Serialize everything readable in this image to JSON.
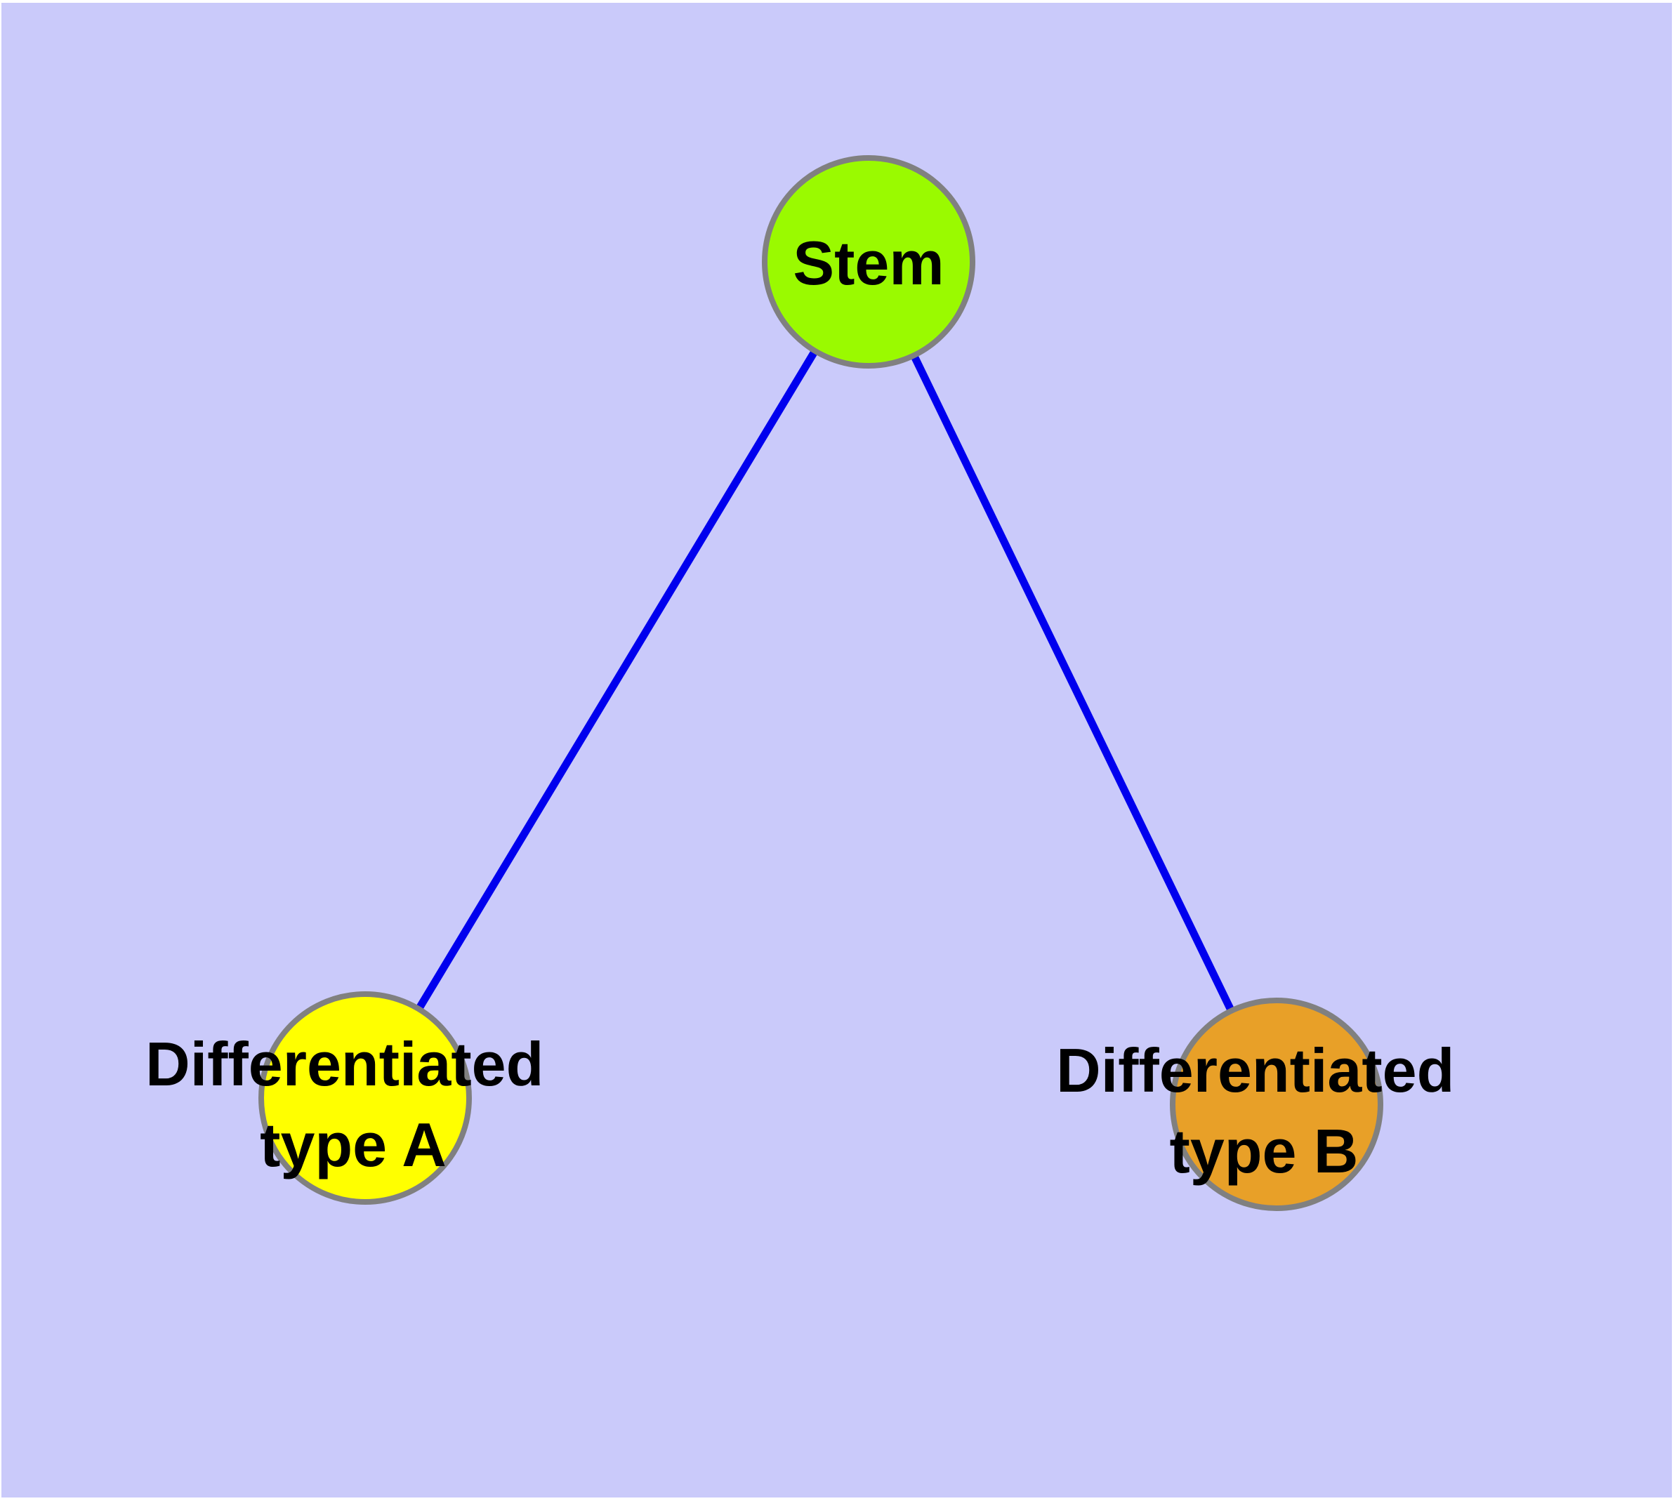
{
  "canvas": {
    "background": "#cacafa",
    "frame": "#ffffff"
  },
  "colors": {
    "edge": "#0000ee",
    "node_border": "#808080",
    "label_text": "#000000"
  },
  "nodes": [
    {
      "id": "stem",
      "label": "Stem",
      "line1": "Stem",
      "line2": "",
      "fill": "#9afa00"
    },
    {
      "id": "differentiated-type-a",
      "label": "Differentiated type A",
      "line1": "Differentiated",
      "line2": "type A",
      "fill": "#ffff00"
    },
    {
      "id": "differentiated-type-b",
      "label": "Differentiated type B",
      "line1": "Differentiated",
      "line2": "type B",
      "fill": "#e8a028"
    }
  ],
  "edges": [
    {
      "from": "Stem",
      "to": "Differentiated type A"
    },
    {
      "from": "Stem",
      "to": "Differentiated type B"
    }
  ]
}
